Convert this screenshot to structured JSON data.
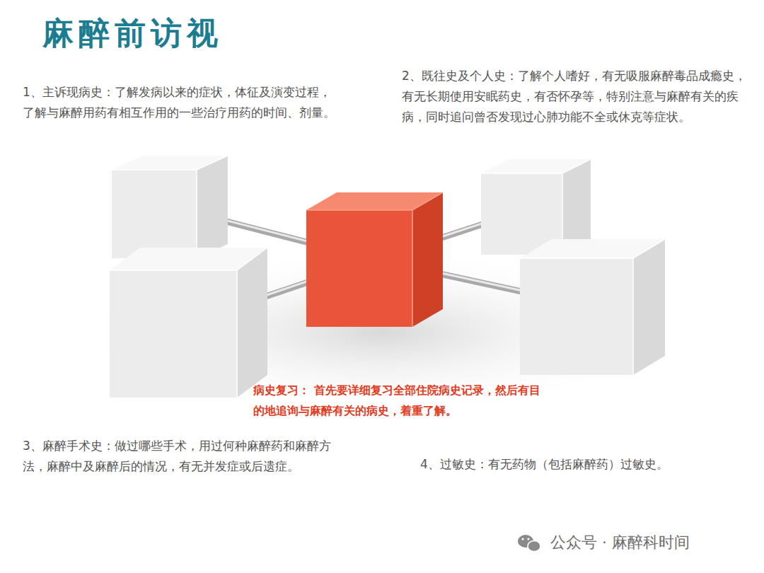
{
  "diagram": {
    "title": "麻醉前访视",
    "nodes": [
      {
        "text": [
          "1、主诉现病史：了解发病以来的症状，体征及演变过程，了解与麻醉用药有相互作用的一些治疗用药的时间、剂量。"
        ]
      },
      {
        "text": [
          "2、既往史及个人史：了解个人嗜好，有无吸服麻醉毒品成瘾史，有无长期使用安眠药史，有否怀孕等，特别注意与麻醉有关的疾病，同时追问曾否发现过心肺功能不全或休克等症状。"
        ]
      },
      {
        "text": [
          "病史复习：",
          "首先要详细复习全部住院病史记录，然后有目的地追询与麻醉有关的病史，着重了解。"
        ]
      },
      {
        "text": [
          "3、麻醉手术史：做过哪些手术，用过何种麻醉药和麻醉方法，麻醉中及麻醉后的情况，有无并发症或后遗症。"
        ]
      },
      {
        "text": [
          "4、过敏史：有无药物（包括麻醉药）过敏史。"
        ]
      }
    ],
    "edges": [
      {
        "from": 2,
        "to": 0,
        "arrow": "none"
      },
      {
        "from": 2,
        "to": 1,
        "arrow": "none"
      },
      {
        "from": 2,
        "to": 3,
        "arrow": "none"
      },
      {
        "from": 2,
        "to": 4,
        "arrow": "none"
      }
    ],
    "labels": [
      "公众号 · 麻醉科时间"
    ]
  }
}
